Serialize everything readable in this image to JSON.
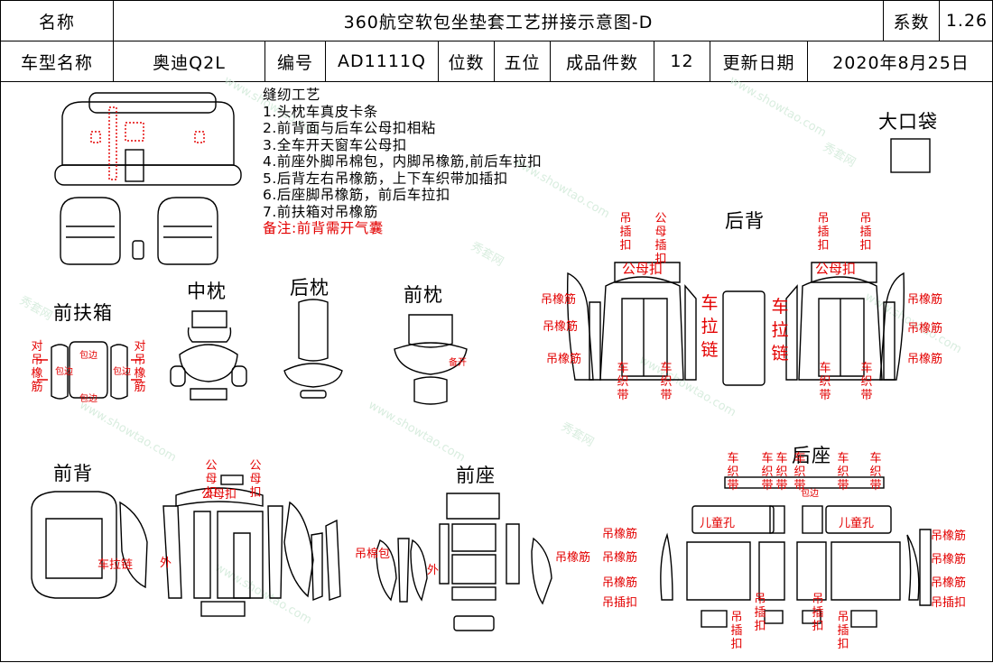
{
  "header": {
    "name_label": "名称",
    "title": "360航空软包坐垫套工艺拼接示意图-D",
    "coef_label": "系数",
    "coef_value": "1.26",
    "model_label": "车型名称",
    "model_value": "奥迪Q2L",
    "code_label": "编号",
    "code_value": "AD1111Q",
    "seats_label": "位数",
    "seats_value": "五位",
    "pieces_label": "成品件数",
    "pieces_value": "12",
    "date_label": "更新日期",
    "date_value": "2020年8月25日"
  },
  "notes": {
    "title": "缝纫工艺",
    "items": [
      "1.头枕车真皮卡条",
      "2.前背面与后车公母扣相粘",
      "3.全车开天窗车公母扣",
      "4.前座外脚吊棉包，内脚吊橡筋,前后车拉扣",
      "5.后背左右吊橡筋，上下车织带加插扣",
      "6.后座脚吊橡筋，前后车拉扣",
      "7.前扶箱对吊橡筋"
    ],
    "remark": "备注:前背需开气囊"
  },
  "sections": {
    "big_bag": "大口袋",
    "front_armrest": "前扶箱",
    "mid_headrest": "中枕",
    "rear_headrest": "后枕",
    "front_headrest": "前枕",
    "rear_back": "后背",
    "front_back": "前背",
    "front_seat": "前座",
    "rear_seat": "后座"
  },
  "annotations": {
    "dui_diao_xiangjin": "对吊橡筋",
    "bao_bian": "包边",
    "gong_mu_kou": "公母扣",
    "diao_xiangjin": "吊橡筋",
    "diao_cha_kou": "吊插扣",
    "gong_mu_cha_kou": "公母插扣",
    "che_zhi_dai": "车织带",
    "che_la_lian": "车拉链",
    "wai": "外",
    "ba_kai": "备开",
    "diao_mian_bao": "吊棉包",
    "er_tong_kong": "儿童孔",
    "ba_tong_kong": "儿童孔"
  },
  "watermark": {
    "site": "www.showtao.com",
    "brand": "秀套网"
  },
  "colors": {
    "note_red": "#e30000",
    "line": "#000000",
    "watermark": "#c9e6d2"
  }
}
